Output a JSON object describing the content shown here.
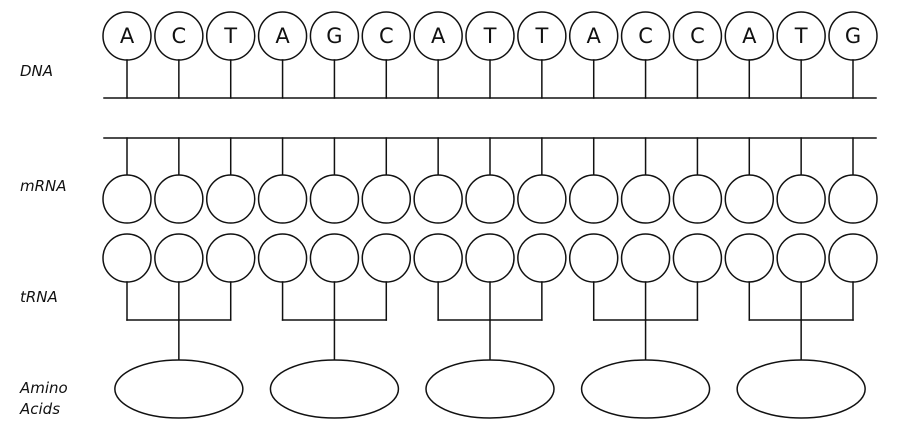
{
  "labels": {
    "dna": "DNA",
    "mrna": "mRNA",
    "trna": "tRNA",
    "amino_line1": "Amino",
    "amino_line2": "Acids"
  },
  "dna_bases": [
    "A",
    "C",
    "T",
    "A",
    "G",
    "C",
    "A",
    "T",
    "T",
    "A",
    "C",
    "C",
    "A",
    "T",
    "G"
  ],
  "codon_groups": 5,
  "colors": {
    "stroke": "#111111",
    "background": "#ffffff"
  }
}
